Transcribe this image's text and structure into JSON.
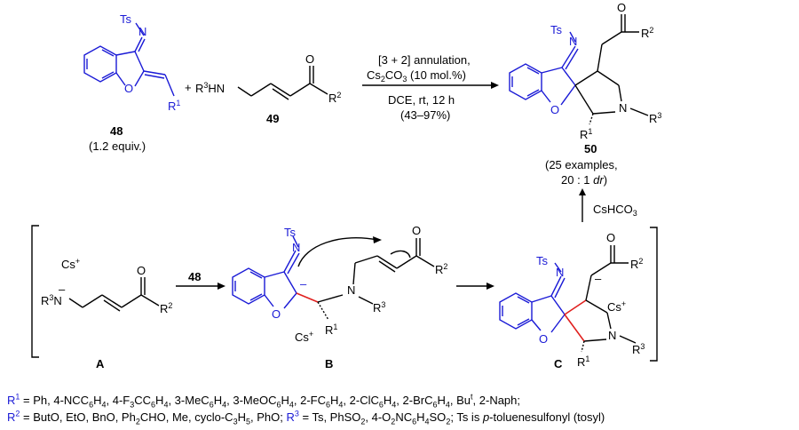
{
  "labels": {
    "c48": "48",
    "c48_equiv": "(1.2 equiv.)",
    "c49": "49",
    "c50": "50",
    "c50_note1": "(25 examples,",
    "c50_note2": "20 : 1 dr)",
    "cA": "A",
    "cB": "B",
    "cC": "C",
    "arrow_48": "48"
  },
  "conditions": {
    "line1": "[3 + 2] annulation,",
    "line2": "Cs2CO3 (10 mol.%)",
    "line3": "DCE, rt, 12 h",
    "line4": "(43–97%)",
    "up_arrow": "CsHCO3"
  },
  "footer": {
    "line1": "R1 = Ph, 4-NCC6H4, 4-F3CC6H4, 3-MeC6H4, 3-MeOC6H4, 2-FC6H4, 2-ClC6H4, 2-BrC6H4, But, 2-Naph;",
    "line2": "R2 = ButO, EtO, BnO, Ph2CHO, Me, cyclo-C3H5, PhO; R3 = Ts, PhSO2, 4-O2NC6H4SO2; Ts is p-toluenesulfonyl (tosyl)"
  },
  "colors": {
    "blue": "#1a1ad6",
    "red": "#e0201e",
    "black": "#000000"
  }
}
